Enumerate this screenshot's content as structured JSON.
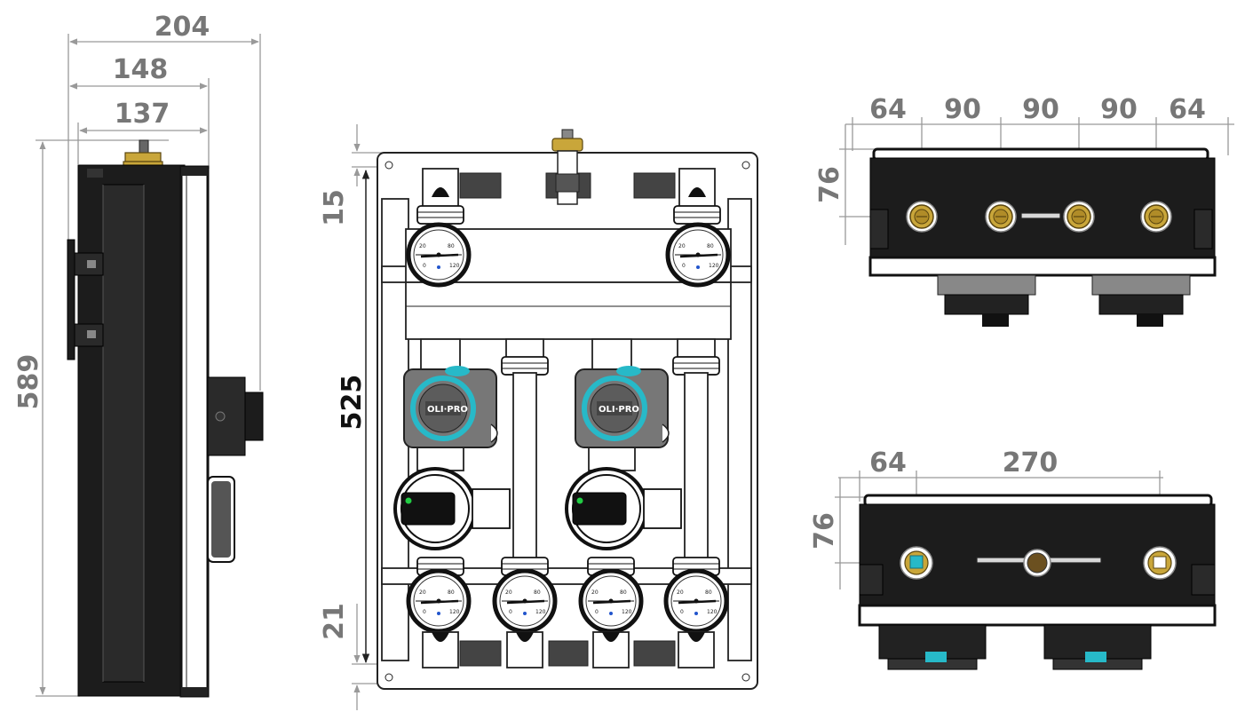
{
  "side_view": {
    "dim_depth_total": "204",
    "dim_depth_mid": "148",
    "dim_depth_inner": "137",
    "dim_height_total": "589"
  },
  "front_view": {
    "dim_top_offset": "15",
    "dim_pipe_span": "525",
    "dim_bottom_offset": "21"
  },
  "top_view": {
    "dim_pitches": [
      "64",
      "90",
      "90",
      "90",
      "64"
    ],
    "dim_height": "76"
  },
  "bottom_view": {
    "dim_left": "64",
    "dim_span": "270",
    "dim_height": "76"
  },
  "colors": {
    "dimension": "#777777",
    "housing": "#1c1c1c",
    "accent": "#27b9c8",
    "brass": "#c9a63a",
    "led": "#22cc44"
  },
  "icons": {
    "gauge": "thermometer-gauge-icon",
    "pump": "circulation-pump-icon",
    "valve": "mixing-valve-actuator-icon",
    "fitting": "brass-fitting-icon"
  }
}
